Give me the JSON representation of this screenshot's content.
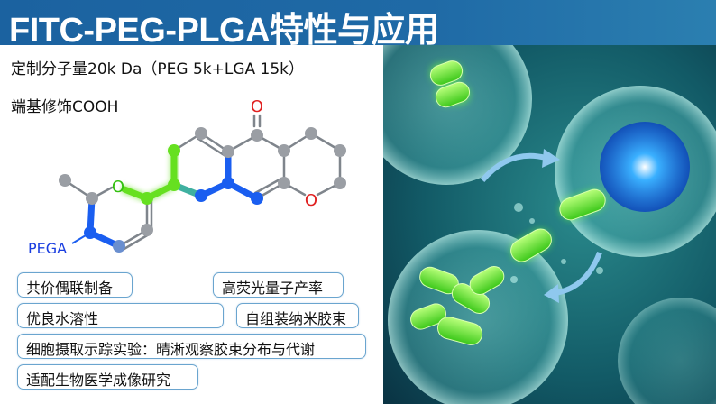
{
  "header": {
    "title": "FITC-PEG-PLGA特性与应用"
  },
  "specs": {
    "molecular_weight": "定制分子量20k Da（PEG 5k+LGA 15k）",
    "end_group": "端基修饰COOH"
  },
  "molecule": {
    "pega_label": "PEGA",
    "oxygen_label": "O"
  },
  "tags": [
    "共价偶联制备",
    "高荧光量子产率",
    "优良水溶性",
    "自组装纳米胶束",
    "细胞摄取示踪实验：晴淅观察胶束分布与代谢",
    "适配生物医学成像研究"
  ],
  "colors": {
    "header": "#1f6aa6",
    "fitc_green": "#66e020",
    "pega_blue": "#1a5ef0",
    "oxygen_red": "#e02020",
    "tag_border": "#6aa5cf"
  }
}
